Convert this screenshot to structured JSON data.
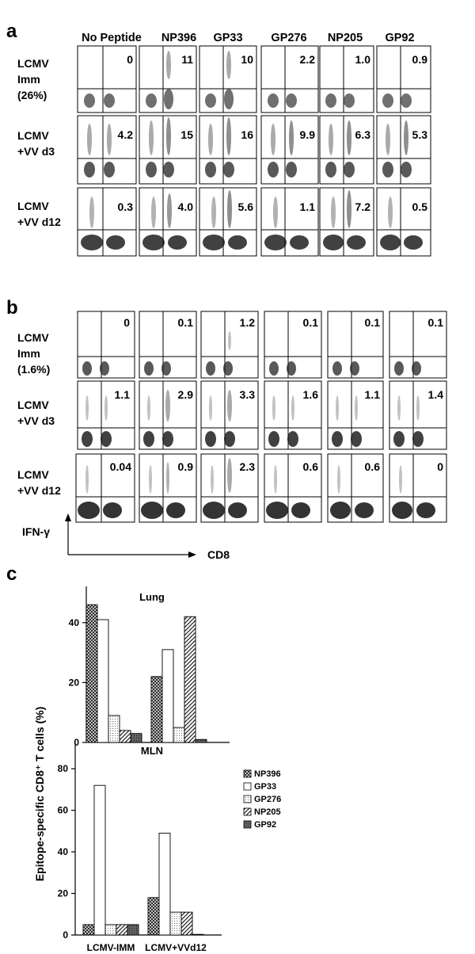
{
  "panel_a": {
    "letter": "a",
    "columns": [
      "No Peptide",
      "NP396",
      "GP33",
      "GP276",
      "NP205",
      "GP92"
    ],
    "rows": [
      {
        "label_lines": [
          "LCMV",
          "Imm",
          "(26%)"
        ],
        "values": [
          "0",
          "11",
          "10",
          "2.2",
          "1.0",
          "0.9"
        ]
      },
      {
        "label_lines": [
          "LCMV",
          "+VV d3"
        ],
        "values": [
          "4.2",
          "15",
          "16",
          "9.9",
          "6.3",
          "5.3"
        ]
      },
      {
        "label_lines": [
          "LCMV",
          "+VV d12"
        ],
        "values": [
          "0.3",
          "4.0",
          "5.6",
          "1.1",
          "7.2",
          "0.5"
        ]
      }
    ]
  },
  "panel_b": {
    "letter": "b",
    "rows": [
      {
        "label_lines": [
          "LCMV",
          "Imm",
          "(1.6%)"
        ],
        "values": [
          "0",
          "0.1",
          "1.2",
          "0.1",
          "0.1",
          "0.1"
        ]
      },
      {
        "label_lines": [
          "LCMV",
          "+VV d3"
        ],
        "values": [
          "1.1",
          "2.9",
          "3.3",
          "1.6",
          "1.1",
          "1.4"
        ]
      },
      {
        "label_lines": [
          "LCMV",
          "+VV d12"
        ],
        "values": [
          "0.04",
          "0.9",
          "2.3",
          "0.6",
          "0.6",
          "0"
        ]
      }
    ],
    "y_axis_label": "IFN-γ",
    "x_axis_label": "CD8"
  },
  "panel_c": {
    "letter": "c",
    "y_axis_label": "Epitope-specific CD8⁺ T cells (%)"
  },
  "chart_data": [
    {
      "type": "bar",
      "title": "Lung",
      "categories": [
        "LCMV-IMM",
        "LCMV+VVd12"
      ],
      "series": [
        {
          "name": "NP396",
          "values": [
            46,
            22
          ]
        },
        {
          "name": "GP33",
          "values": [
            41,
            31
          ]
        },
        {
          "name": "GP276",
          "values": [
            9,
            5
          ]
        },
        {
          "name": "NP205",
          "values": [
            4,
            42
          ]
        },
        {
          "name": "GP92",
          "values": [
            3,
            1
          ]
        }
      ],
      "ylim": [
        0,
        50
      ],
      "yticks": [
        0,
        20,
        40
      ],
      "show_category_labels": false,
      "legend": "none"
    },
    {
      "type": "bar",
      "title": "MLN",
      "categories": [
        "LCMV-IMM",
        "LCMV+VVd12"
      ],
      "series": [
        {
          "name": "NP396",
          "values": [
            5,
            18
          ]
        },
        {
          "name": "GP33",
          "values": [
            72,
            49
          ]
        },
        {
          "name": "GP276",
          "values": [
            5,
            11
          ]
        },
        {
          "name": "NP205",
          "values": [
            5,
            11
          ]
        },
        {
          "name": "GP92",
          "values": [
            5,
            0
          ]
        }
      ],
      "ylim": [
        0,
        90
      ],
      "yticks": [
        0,
        20,
        40,
        60,
        80
      ],
      "show_category_labels": true,
      "legend": "top-right"
    }
  ]
}
